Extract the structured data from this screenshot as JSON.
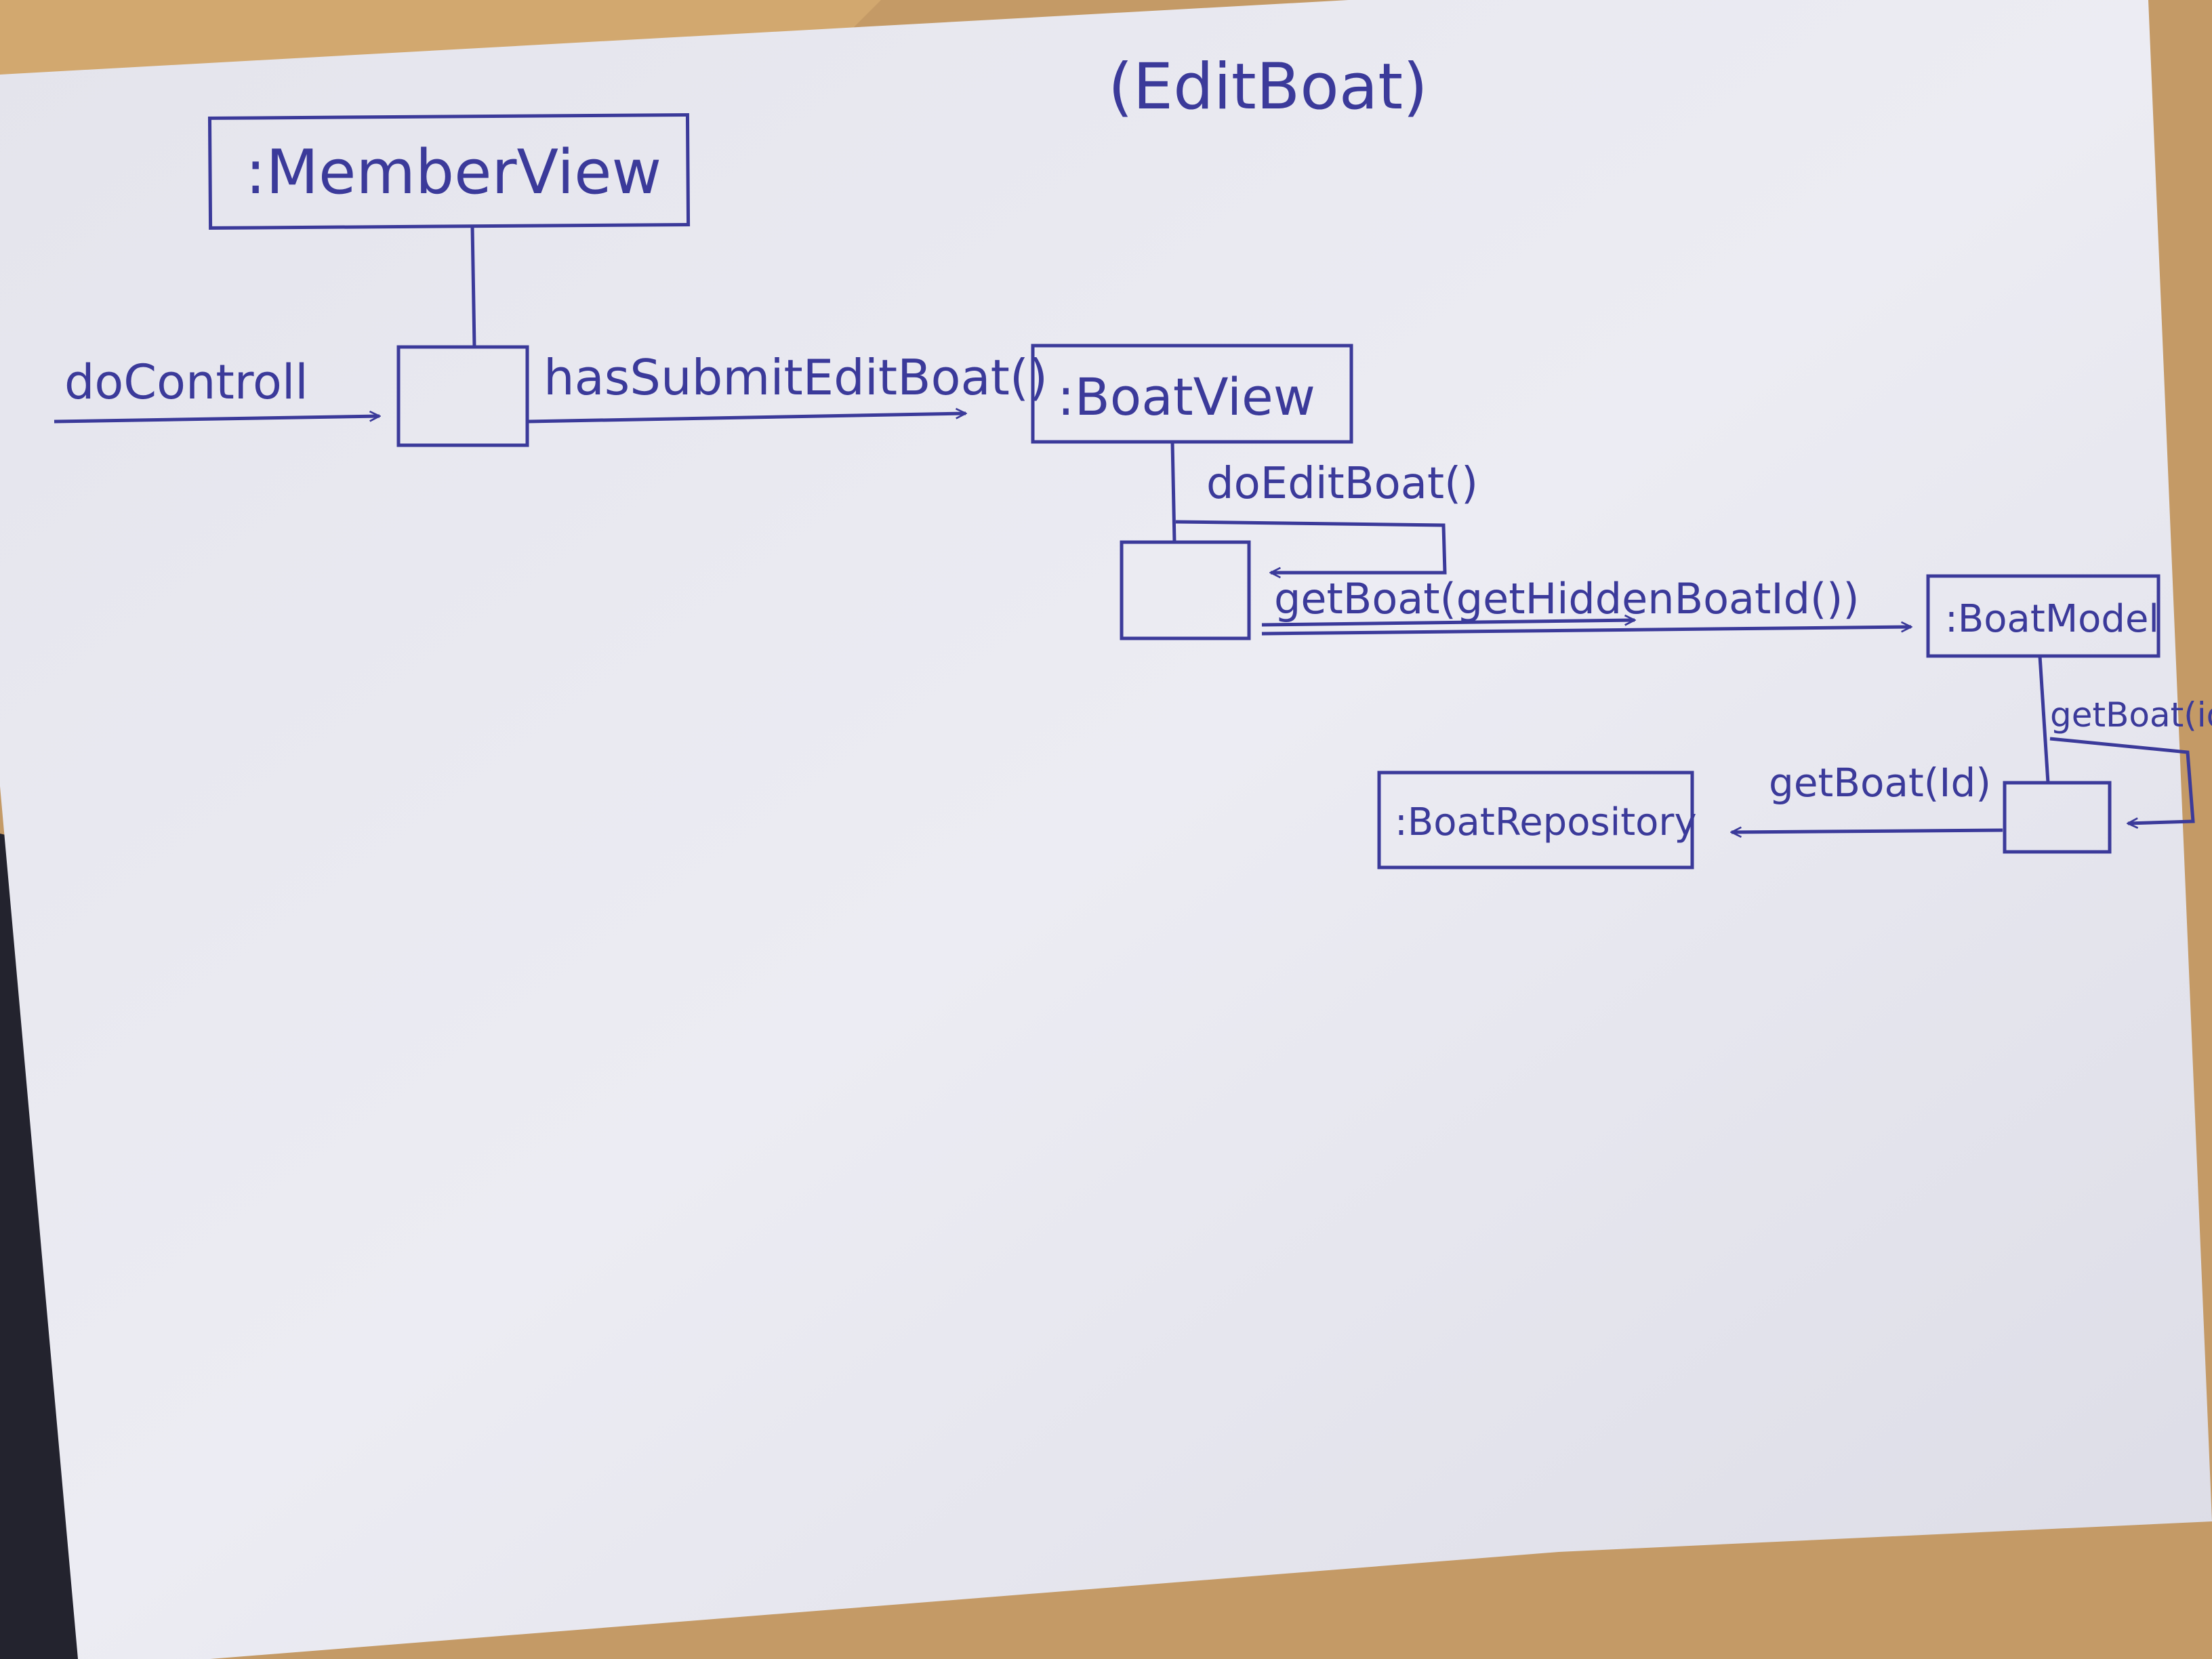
{
  "diagram": {
    "title": "(EditBoat)",
    "lifelines": {
      "member_view": ":MemberView",
      "boat_view": ":BoatView",
      "boat_model": ":BoatModel",
      "boat_repository": ":BoatRepository"
    },
    "messages": {
      "do_controll": "doControll",
      "has_submit_edit_boat": "hasSubmitEditBoat()",
      "do_edit_boat": "doEditBoat()",
      "get_boat_hidden_id": "getBoat(getHiddenBoatId())",
      "get_boat_self": "getBoat(id)",
      "get_boat_repo": "getBoat(Id)"
    }
  },
  "colors": {
    "ink": "#3b3a9a",
    "paper": "#ebebf2",
    "table": "#c9a16e",
    "shadow": "#2a2a3e"
  }
}
